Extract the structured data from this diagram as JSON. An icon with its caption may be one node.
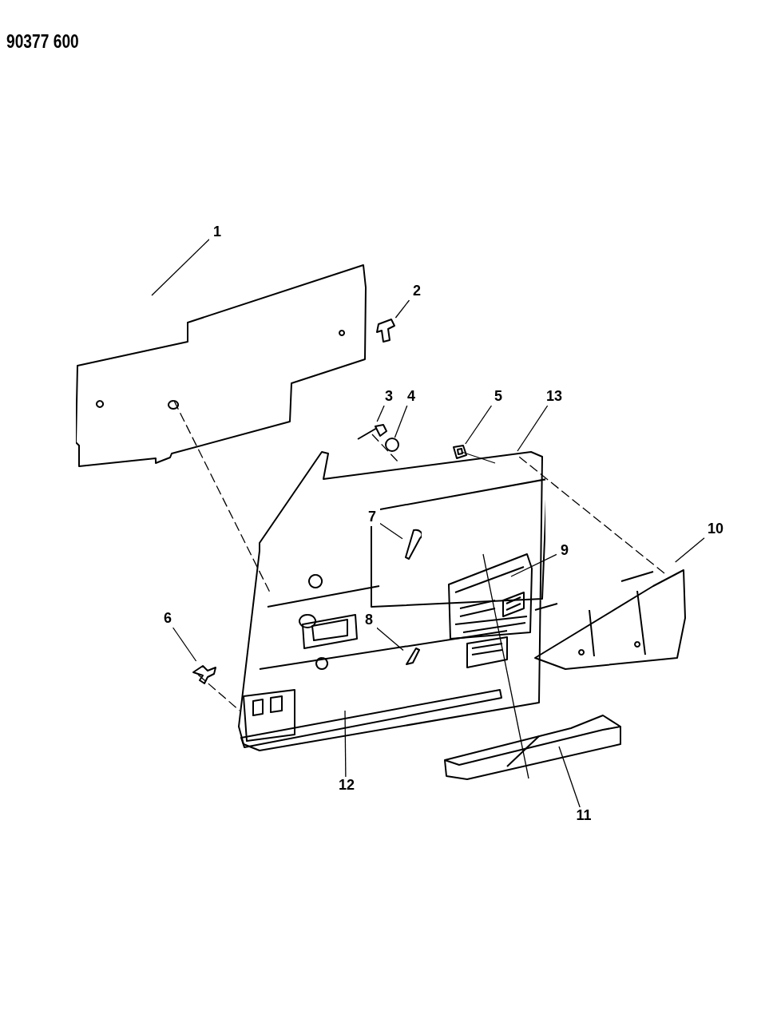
{
  "diagram": {
    "nodes": [
      {
        "text": [
          "1"
        ]
      },
      {
        "text": [
          "2"
        ]
      },
      {
        "text": [
          "3"
        ]
      },
      {
        "text": [
          "4"
        ]
      },
      {
        "text": [
          "5"
        ]
      },
      {
        "text": [
          "6"
        ]
      },
      {
        "text": [
          "7"
        ],
        "in": 25
      },
      {
        "text": [
          "8"
        ],
        "in": 25
      },
      {
        "text": [
          "9"
        ]
      },
      {
        "text": [
          "10"
        ]
      },
      {
        "text": [
          "11"
        ]
      },
      {
        "text": [
          "12"
        ]
      },
      {
        "text": [
          "13"
        ]
      },
      {
        "text": [],
        "shape": "picture"
      },
      {
        "text": [],
        "shape": "picture"
      },
      {
        "text": [],
        "shape": "picture"
      },
      {
        "text": [],
        "shape": "circle"
      },
      {
        "text": [],
        "shape": "picture"
      },
      {
        "text": [],
        "shape": "picture"
      },
      {
        "text": [],
        "shape": "picture",
        "in": 25
      },
      {
        "text": [],
        "shape": "picture",
        "in": 25
      },
      {
        "text": [],
        "shape": "picture",
        "in": 25
      },
      {
        "text": [],
        "shape": "picture"
      },
      {
        "text": [],
        "shape": "picture"
      },
      {
        "text": [],
        "shape": "picture",
        "in": 25
      },
      {
        "text": [],
        "shape": "picture"
      }
    ],
    "edges": [
      {
        "from": 0,
        "to": 13,
        "arrow": "none"
      },
      {
        "from": 1,
        "to": 14,
        "arrow": "none"
      },
      {
        "from": 2,
        "to": 15,
        "arrow": "none"
      },
      {
        "from": 3,
        "to": 16,
        "arrow": "none"
      },
      {
        "from": 4,
        "to": 17,
        "arrow": "none"
      },
      {
        "from": 5,
        "to": 18,
        "arrow": "none"
      },
      {
        "from": 6,
        "to": 19,
        "arrow": "none"
      },
      {
        "from": 7,
        "to": 20,
        "arrow": "none"
      },
      {
        "from": 8,
        "to": 21,
        "arrow": "none"
      },
      {
        "from": 9,
        "to": 22,
        "arrow": "none"
      },
      {
        "from": 10,
        "to": 23,
        "arrow": "none"
      },
      {
        "from": 11,
        "to": 24,
        "arrow": "none"
      },
      {
        "from": 12,
        "to": 25,
        "arrow": "none"
      },
      {
        "from": 13,
        "to": 25,
        "arrow": "none",
        "style": "dashed"
      },
      {
        "from": 15,
        "to": 25,
        "arrow": "none",
        "style": "dashed"
      },
      {
        "from": 18,
        "to": 25,
        "arrow": "none",
        "style": "dashed"
      },
      {
        "from": 22,
        "to": 25,
        "arrow": "none",
        "style": "dashed"
      },
      {
        "from": 23,
        "to": 21,
        "arrow": "none"
      },
      {
        "from": 17,
        "to": 25,
        "arrow": "none"
      }
    ],
    "labels": [
      "90377 600"
    ]
  }
}
